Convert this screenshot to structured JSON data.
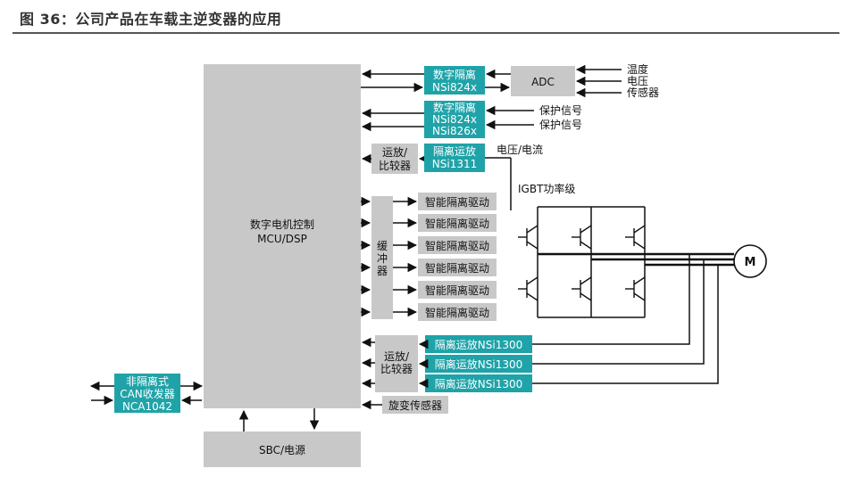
{
  "title": "图 36：公司产品在车载主逆变器的应用",
  "mcu": {
    "line1": "数字电机控制",
    "line2": "MCU/DSP"
  },
  "iso_adc": {
    "line1": "数字隔离",
    "line2": "NSi824x"
  },
  "adc": "ADC",
  "sensors": [
    "温度",
    "电压",
    "传感器"
  ],
  "iso_protect": {
    "line1": "数字隔离",
    "line2": "NSi824x",
    "line3": "NSi826x"
  },
  "protect_signals": [
    "保护信号",
    "保护信号"
  ],
  "comparator_top": {
    "line1": "运放/",
    "line2": "比较器"
  },
  "iso_amp": {
    "line1": "隔离运放",
    "line2": "NSi1311"
  },
  "voltage_current": "电压/电流",
  "igbt_label": "IGBT功率级",
  "buffer": {
    "line1": "缓",
    "line2": "冲",
    "line3": "器"
  },
  "drivers": [
    "智能隔离驱动",
    "智能隔离驱动",
    "智能隔离驱动",
    "智能隔离驱动",
    "智能隔离驱动",
    "智能隔离驱动"
  ],
  "motor": "M",
  "comparator_bottom": {
    "line1": "运放/",
    "line2": "比较器"
  },
  "iso_amps_bottom": [
    "隔离运放NSi1300",
    "隔离运放NSi1300",
    "隔离运放NSi1300"
  ],
  "resolver": "旋变传感器",
  "can": {
    "line1": "非隔离式",
    "line2": "CAN收发器",
    "line3": "NCA1042"
  },
  "sbc": "SBC/电源",
  "colors": {
    "teal": "#1fa3a8",
    "gray": "#c8c8c8",
    "line": "#111111"
  }
}
